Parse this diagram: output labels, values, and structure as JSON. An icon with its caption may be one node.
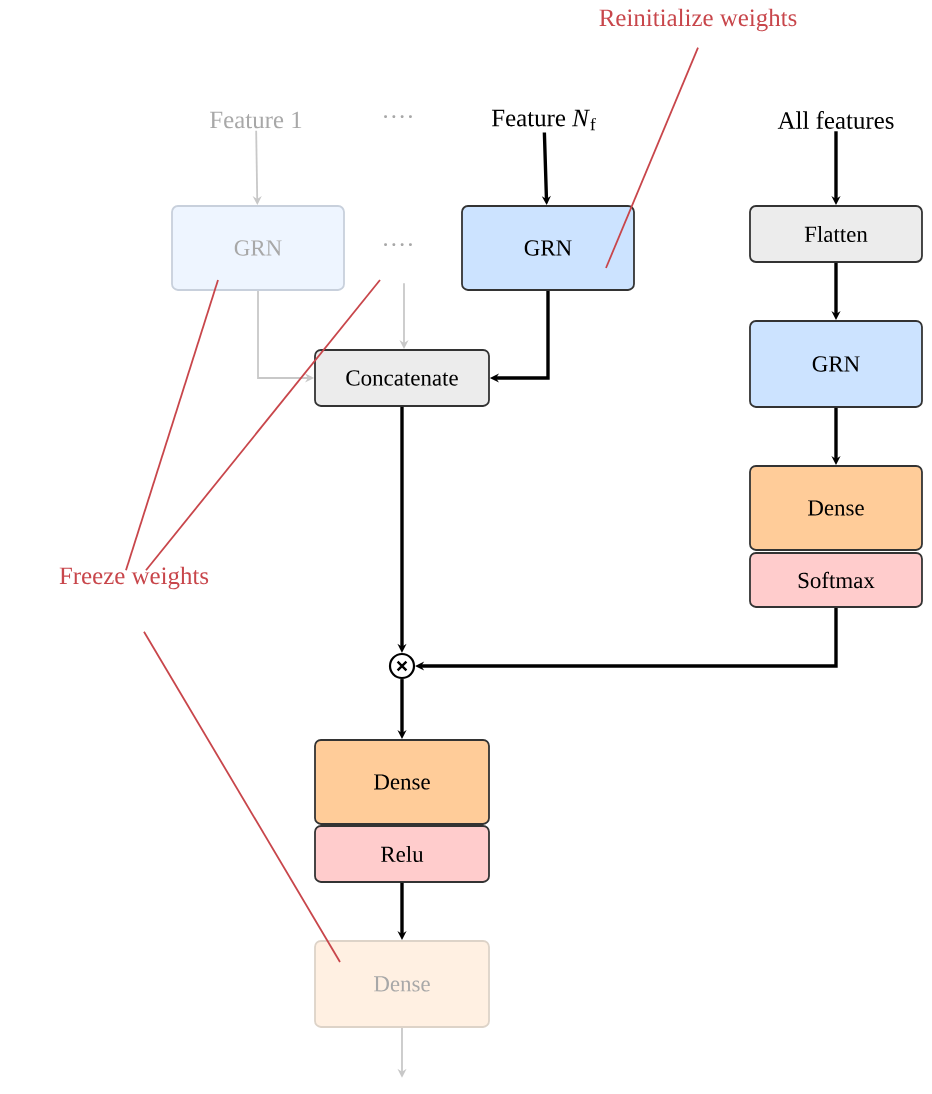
{
  "diagram": {
    "nodes": [
      {
        "text": [
          "Feature 1"
        ]
      },
      {
        "text": [
          "····"
        ]
      },
      {
        "text": [
          "Feature *N*$_{f}$"
        ]
      },
      {
        "text": [
          "All features"
        ]
      },
      {
        "text": [
          "GRN"
        ]
      },
      {
        "text": [
          "····"
        ]
      },
      {
        "text": [
          "GRN"
        ]
      },
      {
        "text": [
          "Flatten"
        ]
      },
      {
        "text": [
          "Concatenate"
        ]
      },
      {
        "text": [
          "GRN"
        ]
      },
      {
        "text": [
          "Dense"
        ]
      },
      {
        "text": [
          "Softmax"
        ]
      },
      {
        "text": [],
        "shape": "circle"
      },
      {
        "text": [
          "Dense"
        ]
      },
      {
        "text": [
          "Relu"
        ]
      },
      {
        "text": [
          "Dense"
        ]
      },
      {
        "text": [
          "Reinitialize weights"
        ]
      },
      {
        "text": [
          "Freeze weights"
        ]
      }
    ],
    "edges": [
      {
        "from": 0,
        "to": 4,
        "arrow": "to",
        "color": "#c8c8c8"
      },
      {
        "from": 2,
        "to": 6,
        "arrow": "to"
      },
      {
        "from": 3,
        "to": 7,
        "arrow": "to"
      },
      {
        "from": 4,
        "to": 8,
        "arrow": "to",
        "color": "#c8c8c8"
      },
      {
        "from": 5,
        "to": 8,
        "arrow": "to",
        "color": "#c8c8c8"
      },
      {
        "from": 6,
        "to": 8,
        "arrow": "to"
      },
      {
        "from": 7,
        "to": 9,
        "arrow": "to"
      },
      {
        "from": 9,
        "to": 10,
        "arrow": "to"
      },
      {
        "from": 8,
        "to": 12,
        "arrow": "to"
      },
      {
        "from": 11,
        "to": 12,
        "arrow": "to"
      },
      {
        "from": 12,
        "to": 13,
        "arrow": "to"
      },
      {
        "from": 14,
        "to": 15,
        "arrow": "to"
      },
      {
        "from": 15,
        "to": null,
        "arrow": "to",
        "color": "#c8c8c8"
      },
      {
        "from": 16,
        "to": 6,
        "arrow": "none",
        "color": "#c8464b"
      },
      {
        "from": 17,
        "to": 4,
        "arrow": "none",
        "color": "#c8464b"
      },
      {
        "from": 17,
        "to": 5,
        "arrow": "none",
        "color": "#c8464b"
      },
      {
        "from": 17,
        "to": 15,
        "arrow": "none",
        "color": "#c8464b"
      }
    ]
  }
}
